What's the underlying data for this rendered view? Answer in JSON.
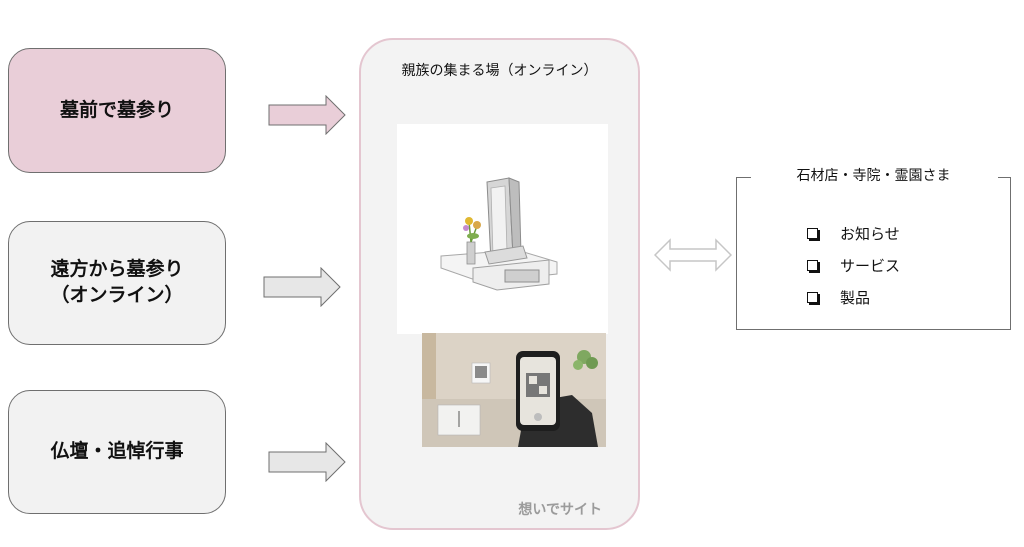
{
  "left_boxes": [
    {
      "lines": [
        "墓前で墓参り"
      ],
      "fill": "#e9ced8"
    },
    {
      "lines": [
        "遠方から墓参り",
        "（オンライン）"
      ],
      "fill": "#f2f2f2"
    },
    {
      "lines": [
        "仏壇・追悼行事"
      ],
      "fill": "#f2f2f2"
    }
  ],
  "phone": {
    "title": "親族の集まる場（オンライン）",
    "footer": "想いでサイト",
    "border_color": "#e4c6d0"
  },
  "panel": {
    "title": "石材店・寺院・霊園さま",
    "items": [
      "お知らせ",
      "サービス",
      "製品"
    ]
  },
  "colors": {
    "pink_arrow": "#e9ced8",
    "gray_arrow": "#e7e7e7",
    "stroke": "#6f6f6f"
  }
}
